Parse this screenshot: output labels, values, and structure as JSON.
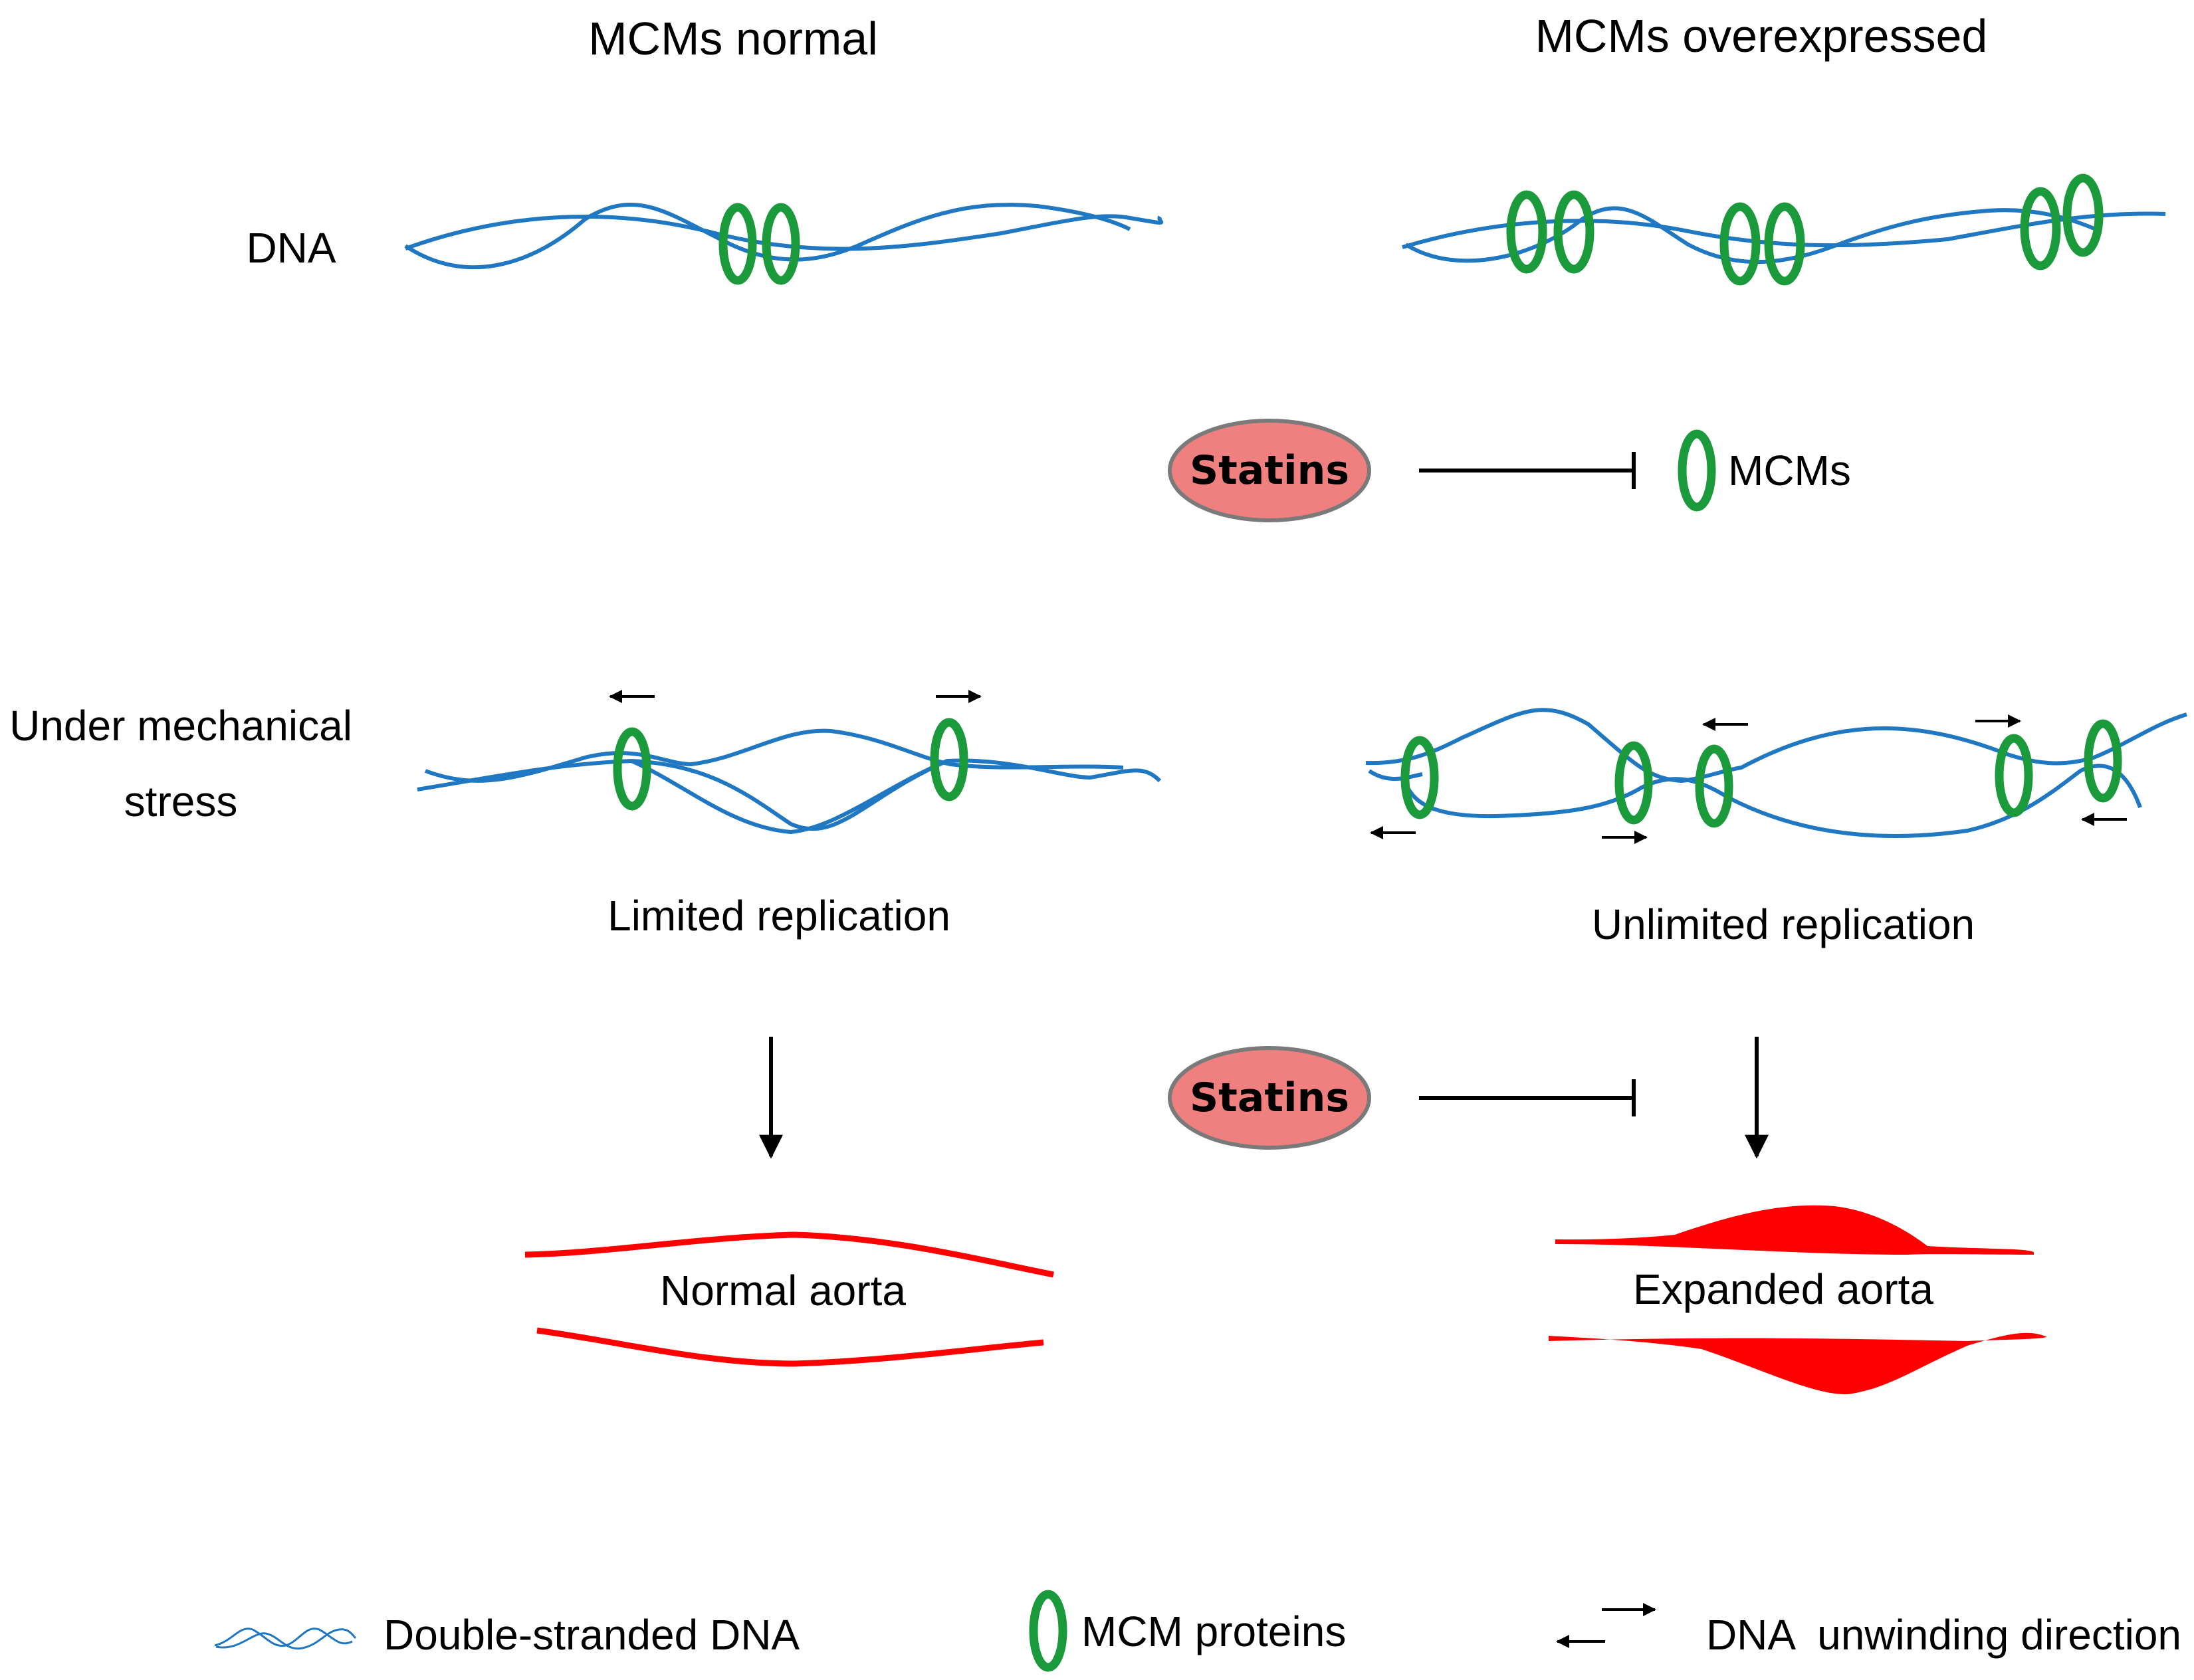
{
  "headers": {
    "normal": "MCMs normal",
    "overexpressed": "MCMs overexpressed"
  },
  "row_labels": {
    "dna": "DNA",
    "stress_line1": "Under mechanical",
    "stress_line2": "stress"
  },
  "statins": {
    "label": "Statins",
    "target_label": "MCMs"
  },
  "outcomes": {
    "limited": "Limited replication",
    "unlimited": "Unlimited replication",
    "normal_aorta": "Normal aorta",
    "expanded_aorta": "Expanded aorta"
  },
  "legend": {
    "dna": "Double-stranded DNA",
    "mcm": "MCM proteins",
    "direction": "DNA  unwinding direction"
  },
  "colors": {
    "dna": "#1f78c1",
    "mcm": "#1a9a3a",
    "aorta": "#ff0000",
    "statins_fill": "#f08080",
    "statins_stroke": "#7a7a7a",
    "arrow": "#000000"
  }
}
